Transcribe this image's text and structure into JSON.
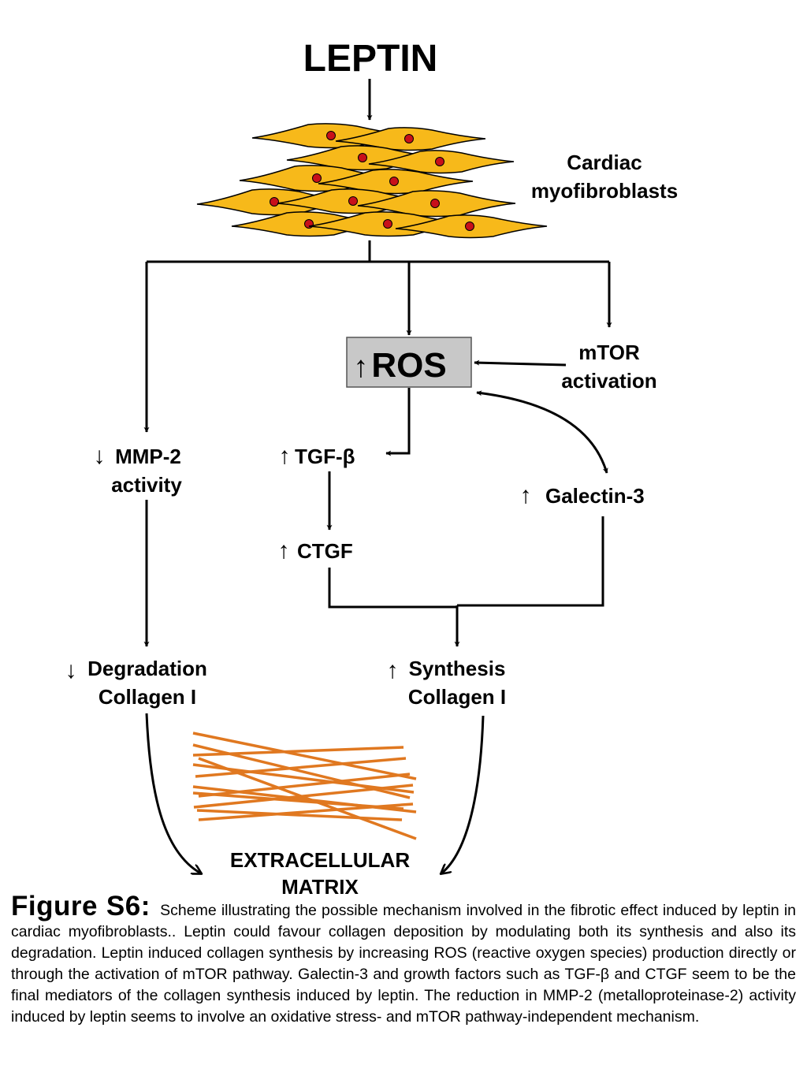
{
  "diagram": {
    "title": "LEPTIN",
    "cells_label_line1": "Cardiac",
    "cells_label_line2": "myofibroblasts",
    "ros_arrow": "↑",
    "ros_label": "ROS",
    "mtor_line1": "mTOR",
    "mtor_line2": "activation",
    "mmp2_arrow": "↓",
    "mmp2_line1": "MMP-2",
    "mmp2_line2": "activity",
    "tgf_arrow": "↑",
    "tgf_label": "TGF-β",
    "ctgf_arrow": "↑",
    "ctgf_label": "CTGF",
    "galectin_arrow": "↑",
    "galectin_label": "Galectin-3",
    "degradation_arrow": "↓",
    "degradation_line1": "Degradation",
    "degradation_line2": "Collagen I",
    "synthesis_arrow": "↑",
    "synthesis_line1": "Synthesis",
    "synthesis_line2": "Collagen I",
    "ecm_line1": "EXTRACELLULAR",
    "ecm_line2": "MATRIX"
  },
  "caption": {
    "label": "Figure  S6:",
    "text": "Scheme illustrating the possible mechanism involved in the fibrotic effect induced by leptin in cardiac myofibroblasts.. Leptin could favour collagen deposition by modulating both  its synthesis and also its degradation. Leptin induced collagen synthesis by increasing ROS (reactive oxygen species) production directly or  through the activation of mTOR pathway. Galectin-3 and growth factors such as TGF-β and CTGF  seem to be the final mediators of the collagen synthesis induced by leptin. The reduction in MMP-2 (metalloproteinase-2) activity induced by leptin seems to involve an oxidative stress- and mTOR pathway-independent mechanism."
  },
  "colors": {
    "cell_fill": "#f7b91a",
    "nucleus": "#c8101a",
    "fiber": "#e07820",
    "ros_box": "#c8c8c8"
  }
}
